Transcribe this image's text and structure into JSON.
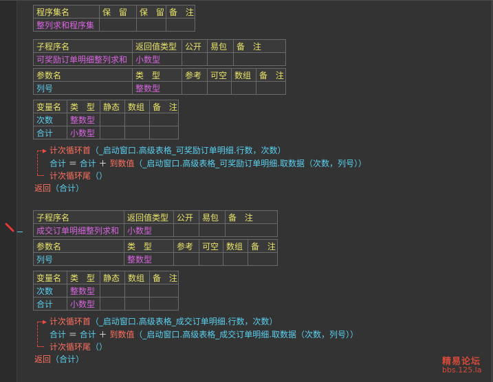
{
  "assembly_table": {
    "headers": [
      "程序集名",
      "保 留",
      "保 留",
      "备 注"
    ],
    "row": [
      "整列求和程序集",
      "",
      "",
      ""
    ]
  },
  "subs": [
    {
      "header": [
        "子程序名",
        "返回值类型",
        "公开",
        "易包",
        "备 注"
      ],
      "name": "可奖励订单明细整列求和",
      "return_type": "小数型",
      "param_header": [
        "参数名",
        "类 型",
        "参考",
        "可空",
        "数组",
        "备 注"
      ],
      "param": {
        "name": "列号",
        "type": "整数型"
      },
      "var_header": [
        "变量名",
        "类 型",
        "静态",
        "数组",
        "备 注"
      ],
      "vars": [
        {
          "name": "次数",
          "type": "整数型"
        },
        {
          "name": "合计",
          "type": "小数型"
        }
      ],
      "code": {
        "loop_head_kw": "计次循环首",
        "loop_head_args": "（_启动窗口.高级表格_可奖励订单明细.行数，次数）",
        "assign_var": "合计",
        "assign_eq": "＝",
        "assign_expr_var": "合计",
        "assign_plus": "＋",
        "func_kw": "到数值",
        "func_args": "（_启动窗口.高级表格_可奖励订单明细.取数据（次数，列号））",
        "loop_tail_kw": "计次循环尾",
        "loop_tail_args": "（）",
        "return_kw": "返回",
        "return_args": "（合计）"
      }
    },
    {
      "header": [
        "子程序名",
        "返回值类型",
        "公开",
        "易包",
        "备 注"
      ],
      "name": "成交订单明细整列求和",
      "return_type": "小数型",
      "param_header": [
        "参数名",
        "类 型",
        "参考",
        "可空",
        "数组",
        "备 注"
      ],
      "param": {
        "name": "列号",
        "type": "整数型"
      },
      "var_header": [
        "变量名",
        "类 型",
        "静态",
        "数组",
        "备 注"
      ],
      "vars": [
        {
          "name": "次数",
          "type": "整数型"
        },
        {
          "name": "合计",
          "type": "小数型"
        }
      ],
      "code": {
        "loop_head_kw": "计次循环首",
        "loop_head_args": "（_启动窗口.高级表格_成交订单明细.行数，次数）",
        "assign_var": "合计",
        "assign_eq": "＝",
        "assign_expr_var": "合计",
        "assign_plus": "＋",
        "func_kw": "到数值",
        "func_args": "（_启动窗口.高级表格_成交订单明细.取数据（次数，列号））",
        "loop_tail_kw": "计次循环尾",
        "loop_tail_args": "（）",
        "return_kw": "返回",
        "return_args": "（合计）"
      }
    }
  ],
  "watermark": {
    "line1": "精易论坛",
    "line2": "bbs.125.la"
  },
  "colors": {
    "background": "#333333",
    "header_text": "#e9e46a",
    "name_text": "#d966e0",
    "var_text": "#5ad0ef",
    "keyword": "#ff7060"
  }
}
